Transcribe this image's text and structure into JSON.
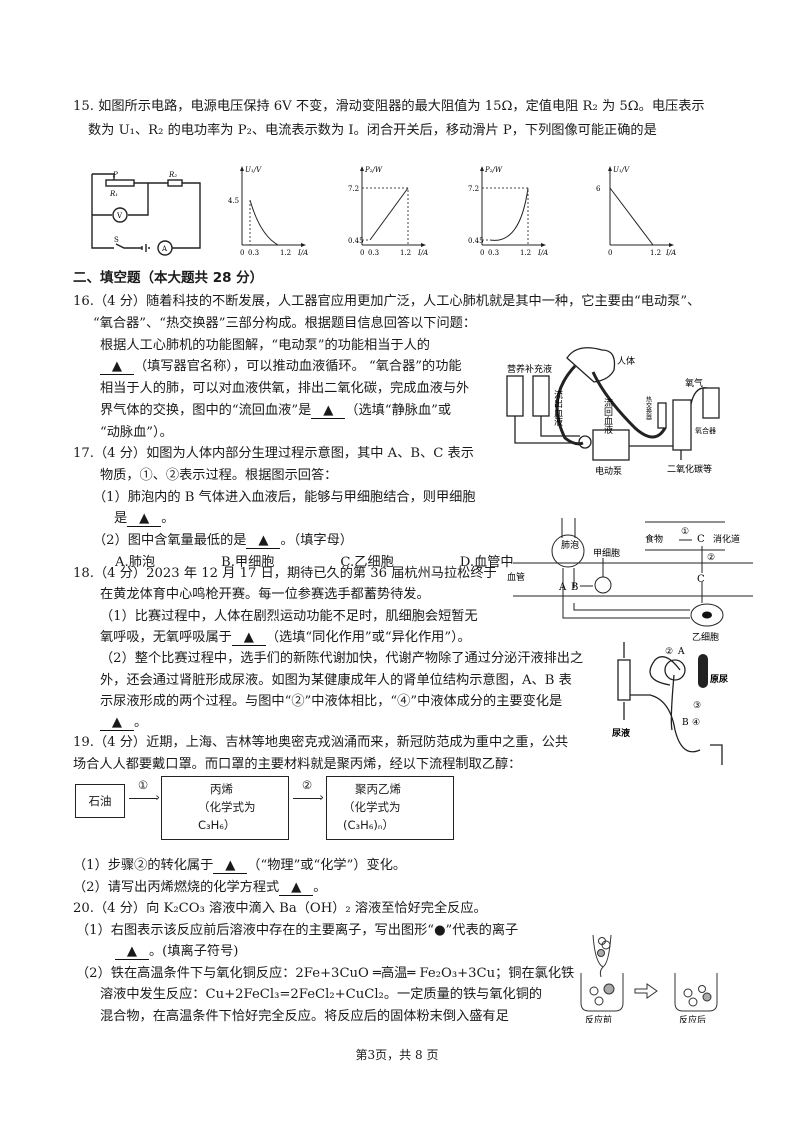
{
  "q15": {
    "lines": [
      [
        "15. 如图所示电路，电源电压保持 6V 不变，滑动变阻器的最大阻值为 15Ω，定值电阻 R₂ 为 5Ω。电压表示"
      ],
      [
        "数为 U₁、R₂ 的电功率为 P₂、电流表示数为 I。闭合开关后，移动滑片 P，下列图像可能正确的是"
      ]
    ],
    "circuit": {
      "p": "P",
      "r1": "R₁",
      "r2": "R₂",
      "v": "V",
      "a": "A",
      "s": "S"
    },
    "graphs": [
      {
        "ylabel": "U₁/V",
        "xlabel": "I/A",
        "yt": [
          "4.5"
        ],
        "xt": [
          "0",
          "0.3",
          "1.2"
        ]
      },
      {
        "ylabel": "P₂/W",
        "xlabel": "I/A",
        "yt": [
          "7.2",
          "0.45"
        ],
        "xt": [
          "0",
          "0.3",
          "1.2"
        ]
      },
      {
        "ylabel": "P₂/W",
        "xlabel": "I/A",
        "yt": [
          "7.2",
          "0.45"
        ],
        "xt": [
          "0",
          "0.3",
          "1.2"
        ]
      },
      {
        "ylabel": "U₁/V",
        "xlabel": "I/A",
        "yt": [
          "6"
        ],
        "xt": [
          "0",
          "1.2"
        ]
      }
    ]
  },
  "section_title": "二、填空题（本大题共 28 分）",
  "q16": {
    "lines": [
      [
        "16.（4 分）随着科技的不断发展，人工器官应用更加广泛，人工心肺机就是其中一种，它主要由“电动泵”、"
      ],
      [
        "“氧合器”、“热交换器”三部分构成。根据题目信息回答以下问题："
      ],
      [
        "根据人工心肺机的功能图解，“电动泵”的功能相当于人的"
      ],
      [
        {
          "blank": "▲"
        },
        "（填写器官名称），可以推动血液循环。 “氧合器”的功能"
      ],
      [
        "相当于人的肺，可以对血液供氧，排出二氧化碳，完成血液与外"
      ],
      [
        "界气体的交换，图中的“流回血液”是",
        {
          "blank": "▲"
        },
        "（选填“静脉血”或"
      ],
      [
        "“动脉血”）。"
      ]
    ],
    "diagram": {
      "nutrient": "营养补充液",
      "body": "人体",
      "out": "流出血液",
      "back": "流回血液",
      "heat": "热交换器",
      "oxygen": "氧气",
      "oxygenator": "氧合器",
      "pump": "电动泵",
      "co2": "二氧化碳等"
    }
  },
  "q17": {
    "lines": [
      [
        "17.（4 分）如图为人体内部分生理过程示意图，其中 A、B、C 表示"
      ],
      [
        "物质，①、②表示过程。根据图示回答："
      ],
      [
        "（1）肺泡内的 B 气体进入血液后，能够与甲细胞结合，则甲细胞"
      ],
      [
        "是",
        {
          "blank": "▲"
        },
        "。"
      ],
      [
        "（2）图中含氧量最低的是",
        {
          "blank": "▲"
        },
        "。（填字母）"
      ],
      [
        "A.肺泡　　　　　B.甲细胞　　　　　C.乙细胞　　　　　D.血管中"
      ]
    ],
    "diagram": {
      "alveolus": "肺泡",
      "cellA": "甲细胞",
      "vessel": "血管",
      "food": "食物",
      "c1": "①",
      "c2": "②",
      "C": "C",
      "tract": "消化道",
      "A": "A",
      "B": "B",
      "cellB": "乙细胞"
    }
  },
  "q18": {
    "lines": [
      [
        "18.（4 分）2023 年 12 月 17 日，期待已久的第 36 届杭州马拉松终于"
      ],
      [
        "在黄龙体育中心鸣枪开赛。每一位参赛选手都蓄势待发。"
      ],
      [
        "（1）比赛过程中，人体在剧烈运动功能不足时，肌细胞会短暂无"
      ],
      [
        "氧呼吸，无氧呼吸属于",
        {
          "blank": "▲"
        },
        "（选填“同化作用”或“异化作用”）。"
      ],
      [
        "（2）整个比赛过程中，选手们的新陈代谢加快，代谢产物除了通过分泌汗液排出之"
      ],
      [
        "外，还会通过肾脏形成尿液。如图为某健康成年人的肾单位结构示意图，A、B 表"
      ],
      [
        "示尿液形成的两个过程。与图中“②”中液体相比，“④”中液体成分的主要变化是"
      ],
      [
        {
          "blank": "▲"
        },
        "。"
      ]
    ],
    "diagram": {
      "n2": "②",
      "A": "A",
      "urine1": "原尿",
      "n3": "③",
      "B": "B",
      "n4": "④",
      "urine2": "尿液"
    }
  },
  "q19": {
    "lines": [
      [
        "19.（4 分）近期，上海、吉林等地奥密克戎汹涌而来，新冠防范成为重中之重，公共"
      ],
      [
        "场合人人都要戴口罩。而口罩的主要材料就是聚丙烯，经以下流程制取乙醇："
      ]
    ],
    "flow": {
      "box1": "石油",
      "step1": "①",
      "box2": [
        "丙烯",
        "（化学式为",
        "C₃H₆）"
      ],
      "step2": "②",
      "box3": [
        "聚丙乙烯",
        "（化学式为",
        "(C₃H₆)ₙ）"
      ]
    },
    "sub": [
      [
        "（1）步骤②的转化属于",
        {
          "blank": "▲"
        },
        "（“物理”或“化学”）变化。"
      ],
      [
        "（2）请写出丙烯燃烧的化学方程式",
        {
          "blank": "▲"
        },
        "。"
      ]
    ]
  },
  "q20": {
    "lines": [
      [
        "20.（4 分）向 K₂CO₃ 溶液中滴入 Ba（OH）₂ 溶液至恰好完全反应。"
      ],
      [
        "（1）右图表示该反应前后溶液中存在的主要离子，写出图形“●”代表的离子"
      ],
      [
        {
          "blank": "▲"
        },
        "。(填离子符号)"
      ],
      [
        "（2）铁在高温条件下与氧化铜反应：2Fe+3CuO ═高温═ Fe₂O₃+3Cu；铜在氯化铁"
      ],
      [
        "溶液中发生反应：Cu+2FeCl₃=2FeCl₂+CuCl₂。一定质量的铁与氧化铜的"
      ],
      [
        "混合物，在高温条件下恰好完全反应。将反应后的固体粉末倒入盛有足"
      ]
    ],
    "diagram": {
      "before": "反应前",
      "after": "反应后"
    }
  },
  "footer": "第3页，共 8 页"
}
